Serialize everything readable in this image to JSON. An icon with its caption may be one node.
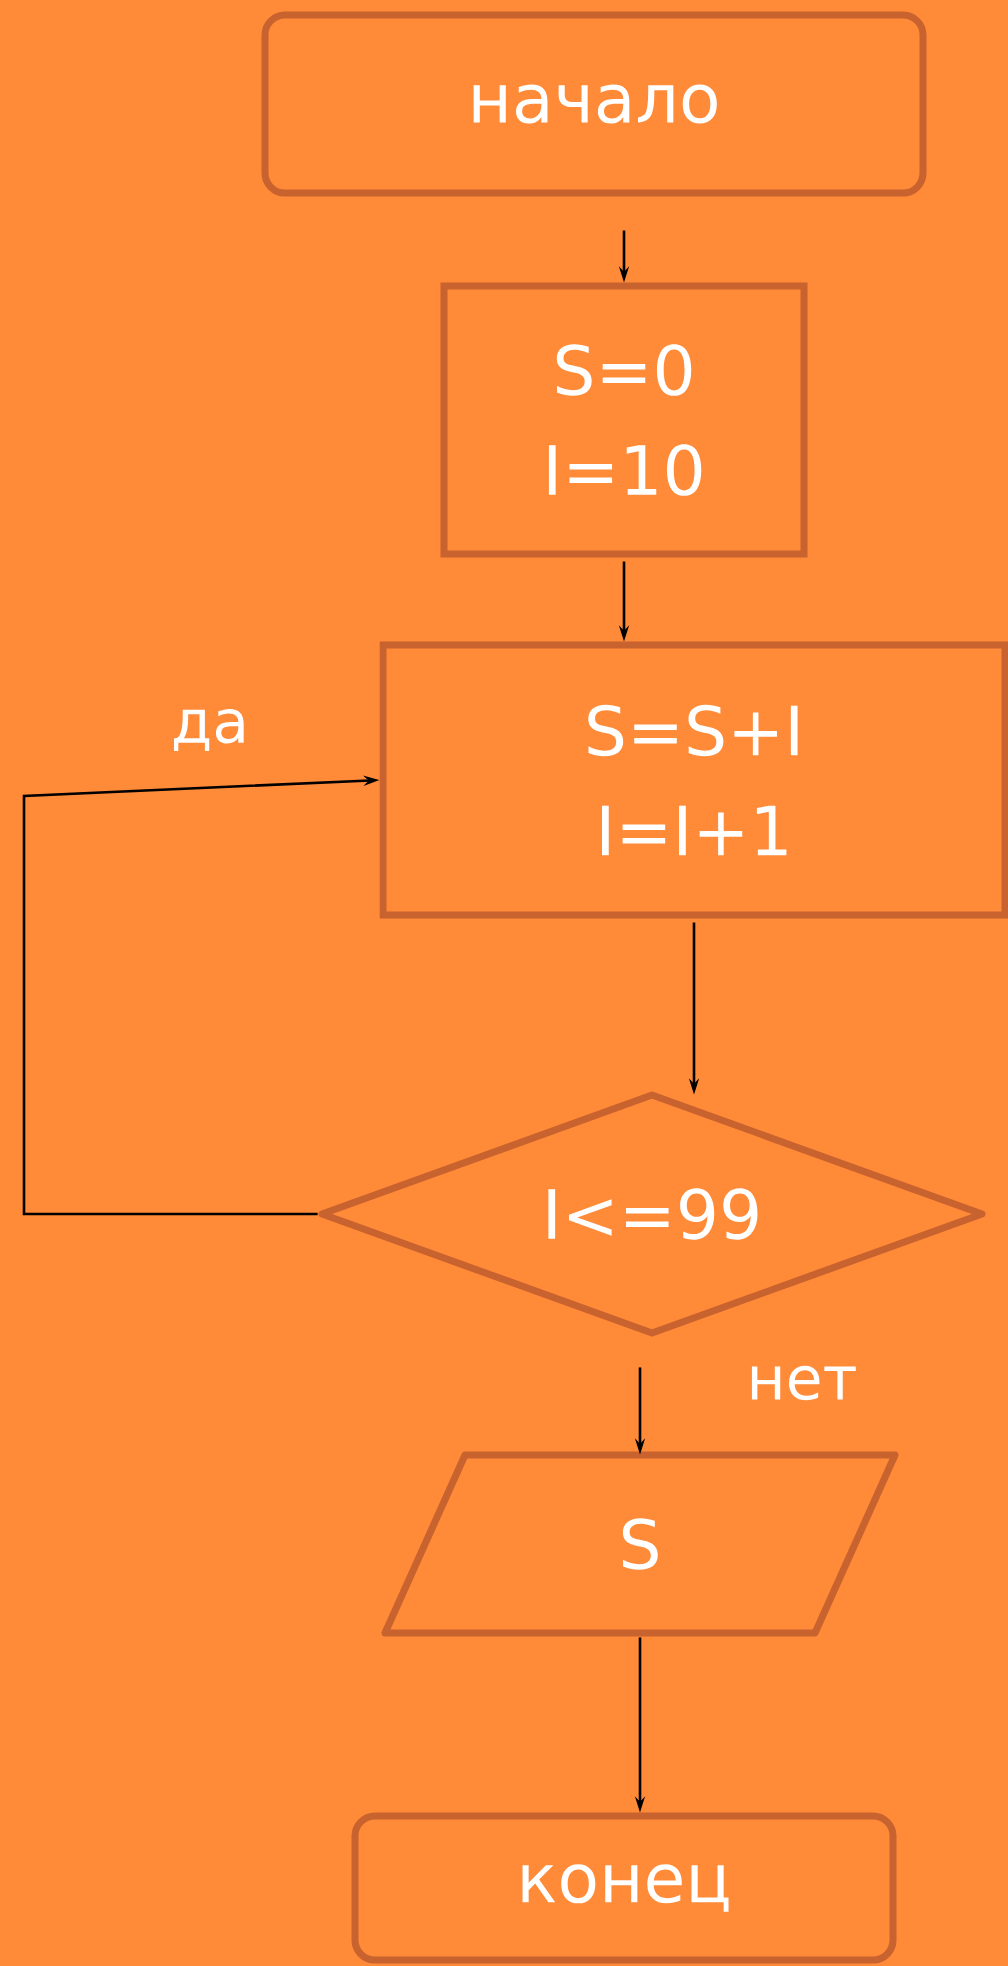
{
  "diagram": {
    "nodes": [
      {
        "text": [
          "начало"
        ]
      },
      {
        "text": [
          "S=0",
          "I=10"
        ]
      },
      {
        "text": [
          "S=S+I",
          "I=I+1"
        ]
      },
      {
        "text": [
          "I<=99"
        ]
      },
      {
        "text": [
          "S"
        ]
      },
      {
        "text": [
          "конец"
        ]
      }
    ],
    "edges": [
      {
        "from": 0,
        "to": 1,
        "arrow": "to"
      },
      {
        "from": 1,
        "to": 2,
        "arrow": "to"
      },
      {
        "from": 2,
        "to": 3,
        "arrow": "to"
      },
      {
        "from": 3,
        "to": 2,
        "arrow": "to",
        "label": "да"
      },
      {
        "from": 3,
        "to": 4,
        "arrow": "to",
        "label": "нет"
      },
      {
        "from": 4,
        "to": 5,
        "arrow": "to"
      }
    ]
  }
}
